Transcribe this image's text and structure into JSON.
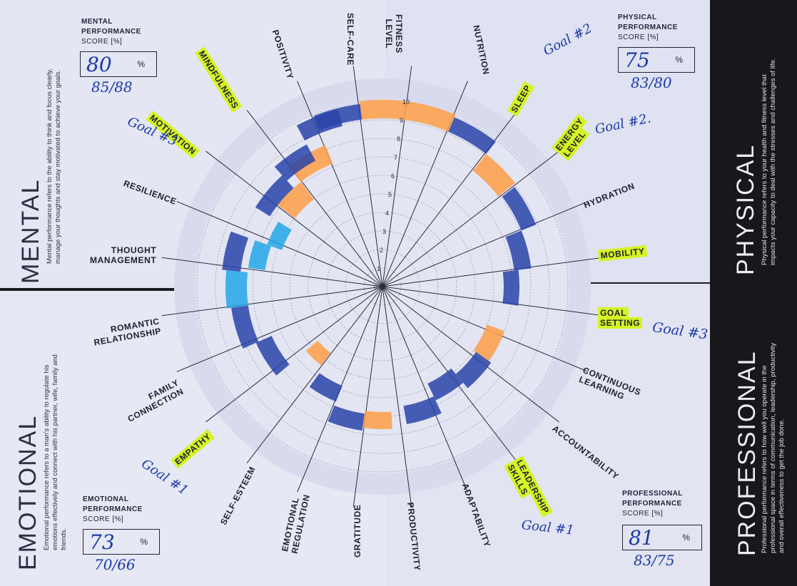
{
  "sections": {
    "mental": {
      "title": "MENTAL",
      "description": "Mental performance refers to the ability to think and focus clearly, manage your thoughts and stay motivated to achieve your goals.",
      "score_label_line1": "MENTAL",
      "score_label_line2": "PERFORMANCE",
      "score_unit": "SCORE [%]",
      "score_value": "80",
      "percent": "%",
      "handwritten_note": "85/88"
    },
    "physical": {
      "title": "PHYSICAL",
      "description": "Physical performance refers to your health and fitness level that impacts your capacity to deal with the stresses and challenges of life.",
      "score_label_line1": "PHYSICAL",
      "score_label_line2": "PERFORMANCE",
      "score_unit": "SCORE [%]",
      "score_value": "75",
      "percent": "%",
      "handwritten_note": "83/80"
    },
    "emotional": {
      "title": "EMOTIONAL",
      "description": "Emotional performance refers to a man's ability to regulate his emotions effectively and connect with his partner, wife, family and friends.",
      "score_label_line1": "EMOTIONAL",
      "score_label_line2": "PERFORMANCE",
      "score_unit": "SCORE [%]",
      "score_value": "73",
      "percent": "%",
      "handwritten_note": "70/66"
    },
    "professional": {
      "title": "PROFESSIONAL",
      "description": "Professional performance refers to how well you operate in the professional space in terms of communication, leadership, productivity and overall effectiveness to get the job done.",
      "score_label_line1": "PROFESSIONAL",
      "score_label_line2": "PERFORMANCE",
      "score_unit": "SCORE [%]",
      "score_value": "81",
      "percent": "%",
      "handwritten_note": "83/75"
    }
  },
  "categories": {
    "self_care": "SELF-CARE",
    "fitness_1": "FITNESS",
    "fitness_2": "LEVEL",
    "nutrition": "NUTRITION",
    "sleep": "SLEEP",
    "energy_1": "ENERGY",
    "energy_2": "LEVEL",
    "hydration": "HYDRATION",
    "mobility": "MOBILITY",
    "goal_setting_1": "GOAL",
    "goal_setting_2": "SETTING",
    "continuous_1": "CONTINUOUS",
    "continuous_2": "LEARNING",
    "accountability": "ACCOUNTABILITY",
    "leadership_1": "LEADERSHIP",
    "leadership_2": "SKILLS",
    "adaptability": "ADAPTABILITY",
    "productivity": "PRODUCTIVITY",
    "gratitude": "GRATITUDE",
    "emotional_reg_1": "EMOTIONAL",
    "emotional_reg_2": "REGULATION",
    "self_esteem": "SELF-ESTEEM",
    "empathy": "EMPATHY",
    "family_1": "FAMILY",
    "family_2": "CONNECTION",
    "romantic_1": "ROMANTIC",
    "romantic_2": "RELATIONSHIP",
    "thought_1": "THOUGHT",
    "thought_2": "MANAGEMENT",
    "resilience": "RESILIENCE",
    "motivation": "MOTIVATION",
    "mindfulness": "MINDFULNESS",
    "positivity": "POSITIVITY"
  },
  "goal_notes": {
    "nutrition_goal": "Goal #2",
    "energy_goal": "Goal #2.",
    "motivation_goal": "Goal #3",
    "goal_setting_goal": "Goal #3",
    "empathy_goal": "Goal #1",
    "leadership_goal": "Goal #1"
  },
  "wheel_scale": [
    "0",
    "1",
    "2",
    "3",
    "4",
    "5",
    "6",
    "7",
    "8",
    "9",
    "10"
  ],
  "colors": {
    "highlight": "#d6f324",
    "pen_blue": "#1b3aa8",
    "orange_marker": "#ff9f45",
    "cyan_marker": "#22a7e8",
    "page": "#e4e6f3",
    "dark_panel": "#17171c"
  }
}
